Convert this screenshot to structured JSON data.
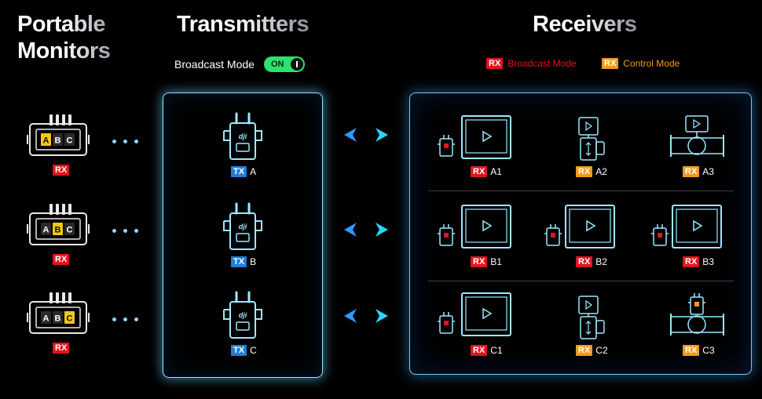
{
  "headings": {
    "monitors": "Portable Monitors",
    "transmitters": "Transmitters",
    "receivers": "Receivers"
  },
  "broadcast": {
    "label": "Broadcast Mode",
    "toggle": "ON"
  },
  "legend": {
    "broadcast": {
      "tag": "RX",
      "label": "Broadcast Mode",
      "color": "#e0161c"
    },
    "control": {
      "tag": "RX",
      "label": "Control Mode",
      "color": "#f39a1e"
    }
  },
  "monitors": [
    {
      "letters": [
        "A",
        "B",
        "C"
      ],
      "active": "A",
      "tag": "RX"
    },
    {
      "letters": [
        "A",
        "B",
        "C"
      ],
      "active": "B",
      "tag": "RX"
    },
    {
      "letters": [
        "A",
        "B",
        "C"
      ],
      "active": "C",
      "tag": "RX"
    }
  ],
  "transmitters": [
    {
      "tag": "TX",
      "label": "A"
    },
    {
      "tag": "TX",
      "label": "B"
    },
    {
      "tag": "TX",
      "label": "C"
    }
  ],
  "transmitter_logo": "dji",
  "receivers": [
    {
      "tag": "RX",
      "label": "A1",
      "mode": "broadcast"
    },
    {
      "tag": "RX",
      "label": "A2",
      "mode": "control"
    },
    {
      "tag": "RX",
      "label": "A3",
      "mode": "control"
    },
    {
      "tag": "RX",
      "label": "B1",
      "mode": "broadcast"
    },
    {
      "tag": "RX",
      "label": "B2",
      "mode": "broadcast"
    },
    {
      "tag": "RX",
      "label": "B3",
      "mode": "broadcast"
    },
    {
      "tag": "RX",
      "label": "C1",
      "mode": "broadcast"
    },
    {
      "tag": "RX",
      "label": "C2",
      "mode": "control"
    },
    {
      "tag": "RX",
      "label": "C3",
      "mode": "control"
    }
  ],
  "colors": {
    "accent": "#8fe9ff",
    "on": "#2ee06e",
    "active_letter": "#f5c518",
    "tx_tag": "#1f7fd6"
  }
}
